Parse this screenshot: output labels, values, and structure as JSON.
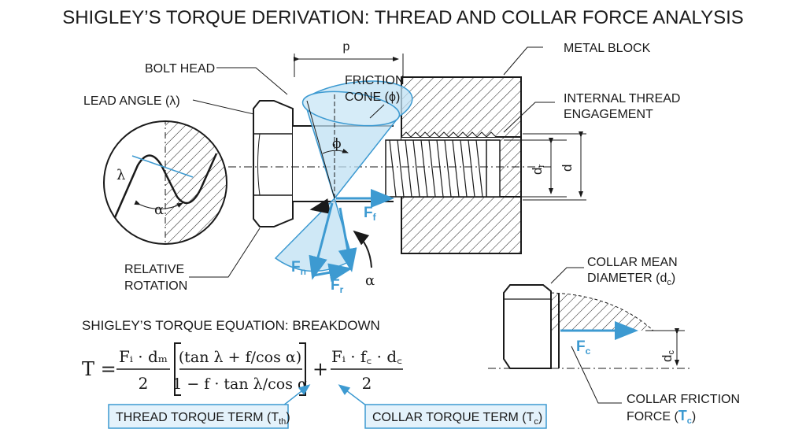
{
  "title": "SHIGLEY’S TORQUE DERIVATION: THREAD AND COLLAR FORCE ANALYSIS",
  "labels": {
    "bolt_head": "BOLT HEAD",
    "lead_angle": "LEAD ANGLE (λ)",
    "friction_cone_1": "FRICTION",
    "friction_cone_2": "CONE (ϕ)",
    "pitch": "p",
    "metal_block": "METAL BLOCK",
    "internal_thread_1": "INTERNAL THREAD",
    "internal_thread_2": "ENGAGEMENT",
    "relative_rotation_1": "RELATIVE",
    "relative_rotation_2": "ROTATION",
    "phi": "ϕ",
    "lambda": "λ",
    "alpha": "α",
    "alpha2": "α",
    "dr": "d",
    "dr_sub": "r",
    "d": "d",
    "ff": "F",
    "ff_sub": "f",
    "fn": "F",
    "fn_sub": "n",
    "fr": "F",
    "fr_sub": "r",
    "collar_mean_1": "COLLAR MEAN",
    "collar_mean_2": "DIAMETER (d",
    "collar_mean_sub": "c",
    "collar_mean_end": ")",
    "fc": "F",
    "fc_sub": "c",
    "dc": "d",
    "dc_sub": "c",
    "collar_friction_1": "COLLAR FRICTION",
    "collar_friction_2": "FORCE (",
    "collar_friction_T": "T",
    "collar_friction_sub": "c",
    "collar_friction_end": ")"
  },
  "equation": {
    "heading": "SHIGLEY’S TORQUE EQUATION: BREAKDOWN",
    "lhs": "T =",
    "f1_num": "Fᵢ · dₘ",
    "f1_den": "2",
    "br_num": "(tan λ + f/cos α)",
    "br_den": "1 − f · tan λ/cos α",
    "plus": "+",
    "f2_num": "Fᵢ · f꜀ · d꜀",
    "f2_den": "2",
    "thread_term": "THREAD TORQUE TERM (T",
    "thread_term_sub": "th",
    "collar_term": "COLLAR TORQUE TERM (T",
    "collar_term_sub": "c",
    "term_close": ")"
  },
  "colors": {
    "accent": "#3d9ad1",
    "cone_fill": "#bfe0f3",
    "box_fill": "#e4f2fb",
    "ink": "#1a1a1a"
  }
}
